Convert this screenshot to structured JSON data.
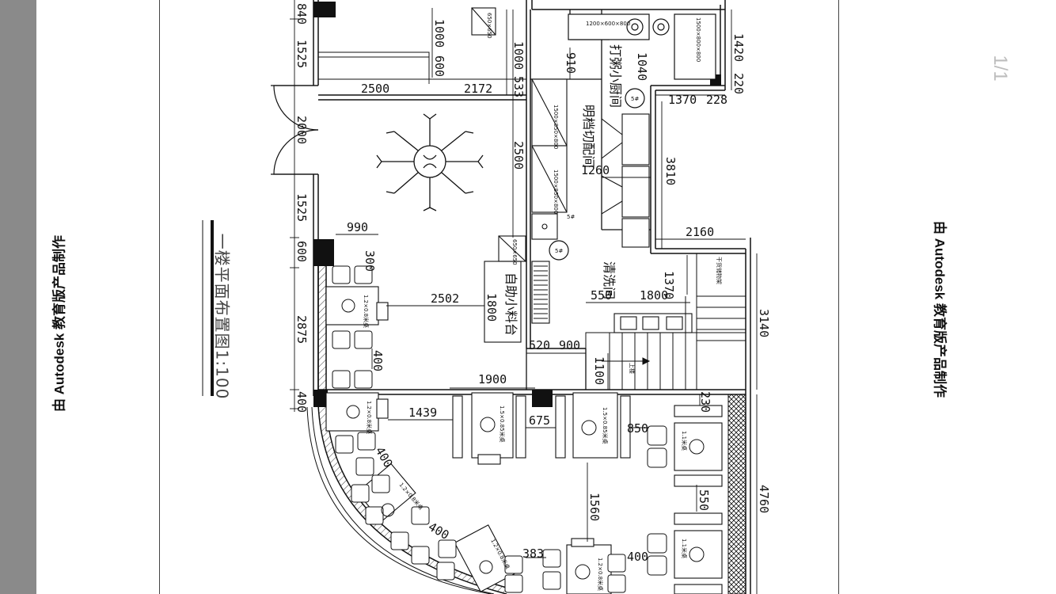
{
  "viewer": {
    "watermark_left": "由 Autodesk 教育版产品制作",
    "watermark_right": "由 Autodesk 教育版产品制作",
    "page_indicator": "1/1"
  },
  "drawing": {
    "title": "一楼平面布置图1:100",
    "rooms": {
      "cold_kitchen": "打粥小厨间",
      "prep_room": "明档切配间",
      "cleaning_room": "清洗间",
      "selfserve": "自助小料台",
      "stairs_up": "上楼"
    },
    "equipment": {
      "fridge_top": "650×650",
      "fridge_mid": "650×650",
      "stove_spec": "1200×600×800",
      "prep_table": "1500×800×800",
      "cabinet_a": "1500×850×800",
      "cabinet_b": "1500×850×800",
      "sink_tag": "5#",
      "sink_tag_2": "5#",
      "sink_tag_3": "5#",
      "dry_store": "干货储物架"
    },
    "tables": {
      "t_1": "1.2×0.8米桌",
      "t_2": "1.2×0.8米桌",
      "t_3": "1.5×0.85米桌",
      "t_4": "1.5×0.85米桌",
      "t_5": "1.2×0.8米桌",
      "t_6": "1.2×0.8米桌",
      "t_7": "1.2×0.8米桌",
      "t_8": "1.1米桌",
      "t_9": "1.1米桌"
    },
    "dims": {
      "d840": "840",
      "d1525a": "1525",
      "d2000": "2000",
      "d1525b": "1525",
      "d600a": "600",
      "d2875": "2875",
      "d400a": "400",
      "d1000a": "1000",
      "d600b": "600",
      "d2500a": "2500",
      "d2172": "2172",
      "d1000b": "1000",
      "d533": "533",
      "d2500b": "2500",
      "d910": "910",
      "d1040": "1040",
      "d1420": "1420",
      "d220": "220",
      "d1370a": "1370",
      "d228": "228",
      "d3810": "3810",
      "d1260": "1260",
      "d990": "990",
      "d300": "300",
      "d2502": "2502",
      "d1800a": "1800",
      "d2160": "2160",
      "d1370b": "1370",
      "d550a": "550",
      "d1800b": "1800",
      "d3140": "3140",
      "d520": "520",
      "d900": "900",
      "d1100": "1100",
      "d400b": "400",
      "d1900": "1900",
      "d1439": "1439",
      "d675": "675",
      "d230": "230",
      "d850": "850",
      "d400c": "400",
      "d1560": "1560",
      "d550b": "550",
      "d4760": "4760",
      "d400d": "400",
      "d383": "383",
      "d400e": "400"
    }
  }
}
